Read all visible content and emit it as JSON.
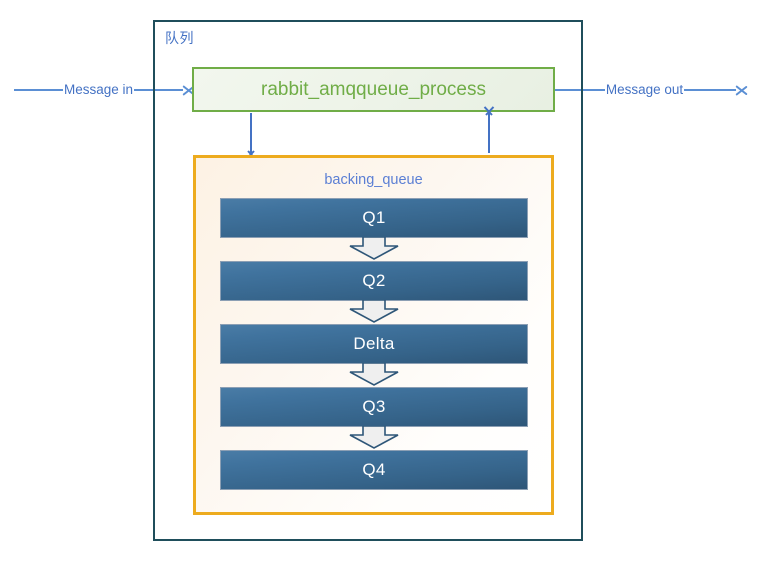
{
  "diagram": {
    "title_label": "队列",
    "process_box": {
      "label": "rabbit_amqqueue_process"
    },
    "backing_queue": {
      "label": "backing_queue",
      "queues": [
        {
          "label": "Q1"
        },
        {
          "label": "Q2"
        },
        {
          "label": "Delta"
        },
        {
          "label": "Q3"
        },
        {
          "label": "Q4"
        }
      ]
    },
    "flows": {
      "message_in": "Message in",
      "message_out": "Message out"
    },
    "connectors": {
      "down_arrow": "arrow-down-icon",
      "up_arrow": "arrow-up-icon",
      "between_queues": "block-arrow-down-icon"
    },
    "colors": {
      "outer_border": "#1F4E5B",
      "process_border": "#70AD47",
      "process_text": "#70AD47",
      "backing_queue_border": "#EDAB1E",
      "backing_queue_fill": "#FDF2E4",
      "queue_fill": "#40739E",
      "queue_text": "#FFFFFF",
      "flow_line": "#5B8FD4",
      "flow_text": "#4472C4",
      "label_text": "#4472C4"
    }
  }
}
